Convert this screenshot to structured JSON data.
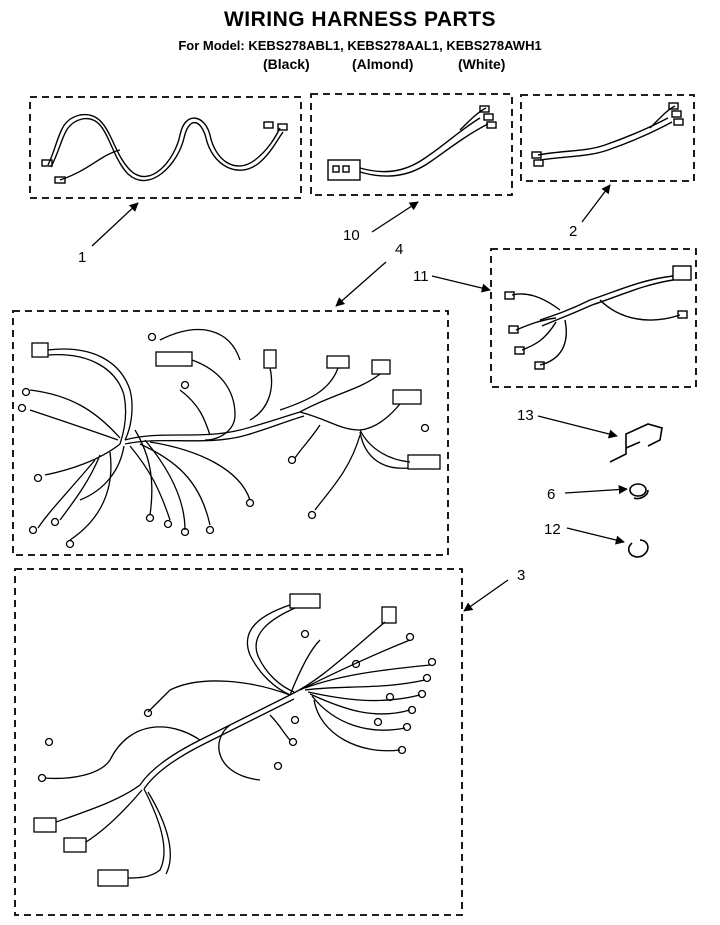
{
  "header": {
    "title": "WIRING HARNESS PARTS",
    "model_line": "For Model: KEBS278ABL1, KEBS278AAL1, KEBS278AWH1",
    "colors": [
      "(Black)",
      "(Almond)",
      "(White)"
    ]
  },
  "callouts": {
    "c1": "1",
    "c10": "10",
    "c2": "2",
    "c4": "4",
    "c11": "11",
    "c13": "13",
    "c6": "6",
    "c12": "12",
    "c3": "3"
  }
}
